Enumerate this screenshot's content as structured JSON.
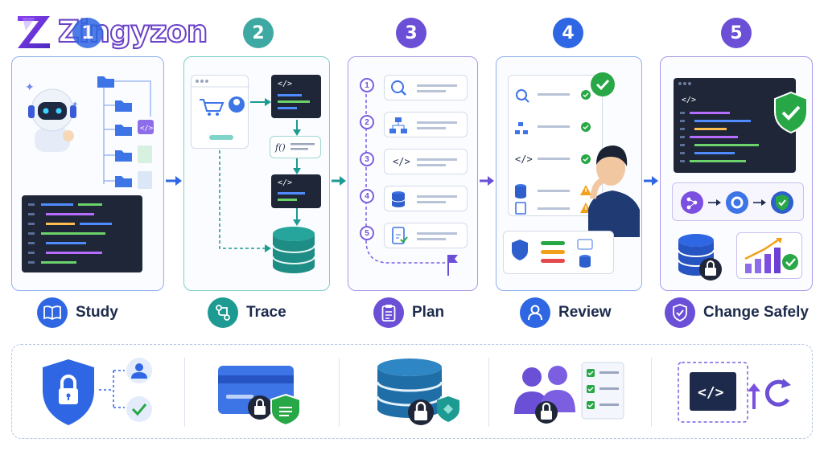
{
  "brand": {
    "name": "Zingyzon",
    "logo_glyph": "Z"
  },
  "colors": {
    "blue": "#2f66e3",
    "teal": "#1d9a92",
    "purple": "#6b4fd6",
    "violet": "#7b3fe4",
    "navy": "#1e2638",
    "green": "#27a745",
    "amber": "#f2a01c"
  },
  "steps": [
    {
      "number": "1",
      "label": "Study",
      "icon": "book-icon"
    },
    {
      "number": "2",
      "label": "Trace",
      "icon": "flow-icon"
    },
    {
      "number": "3",
      "label": "Plan",
      "icon": "clipboard-icon"
    },
    {
      "number": "4",
      "label": "Review",
      "icon": "user-icon"
    },
    {
      "number": "5",
      "label": "Change Safely",
      "icon": "shield-check-icon"
    }
  ],
  "plan_items": [
    "1",
    "2",
    "3",
    "4",
    "5"
  ],
  "code_tag": "</>",
  "fn_tag": "f()",
  "bottom_icons": [
    "shield-lock-user-icon",
    "card-lock-shield-icon",
    "database-lock-icon",
    "team-checklist-icon",
    "code-update-icon"
  ]
}
